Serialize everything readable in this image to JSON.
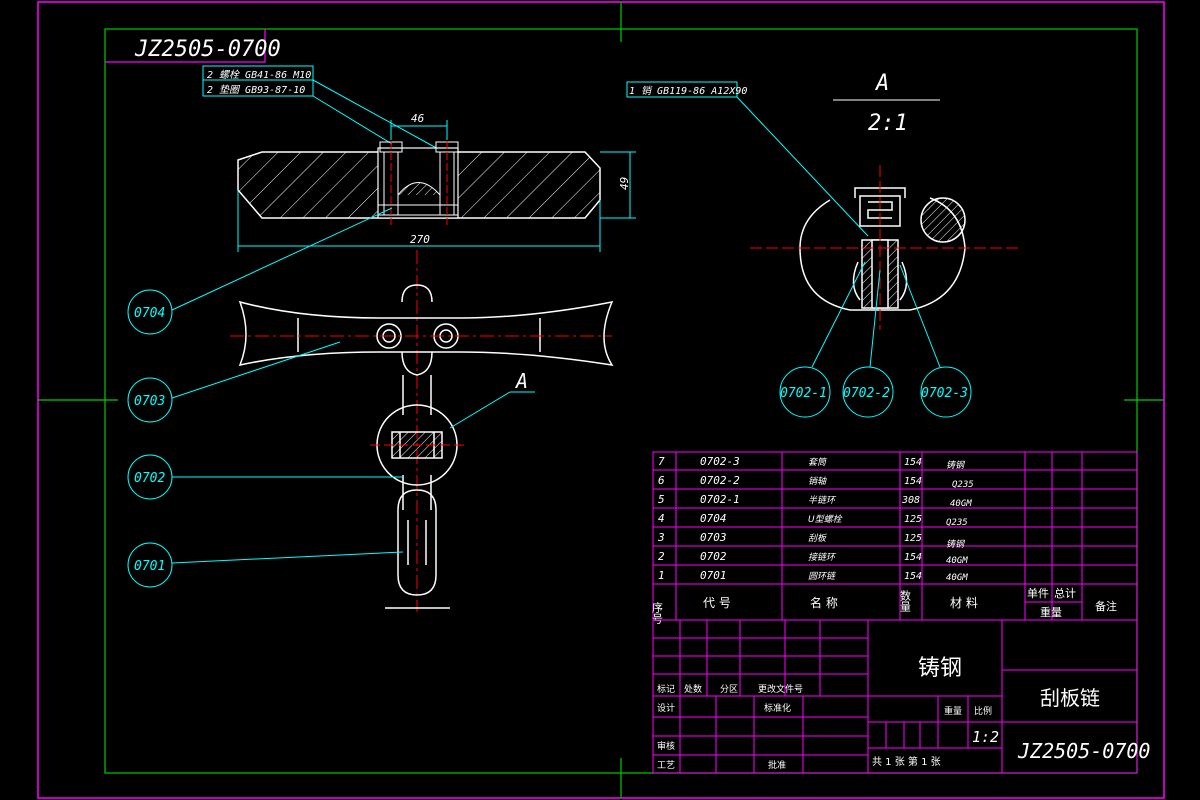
{
  "colors": {
    "background": "#000000",
    "frame": "#ff00ff",
    "border_ticks": "#00cc00",
    "geometry": "#ffffff",
    "leader": "#00ffff",
    "center_line": "#ff0000",
    "hatch": "#ffffff",
    "table_grid": "#ff00ff"
  },
  "drawing": {
    "code_box": "JZ2505-0700",
    "callouts_top_left": [
      "2 螺栓 GB41-86 M10",
      "2 垫圈 GB93-87-10"
    ],
    "callout_top_right": "1 销 GB119-86 A12X90",
    "dims": {
      "d46": "46",
      "d49": "49",
      "d270": "270"
    },
    "view_letter": "A",
    "view_detail_letter": "A",
    "view_scale": "2:1",
    "balloons": {
      "b0704": "0704",
      "b0703": "0703",
      "b0702": "0702",
      "b0701": "0701",
      "b0702_1": "0702-1",
      "b0702_2": "0702-2",
      "b0702_3": "0702-3"
    }
  },
  "bom": {
    "rows": [
      {
        "no": "7",
        "code": "0702-3",
        "name": "套筒",
        "qty": "154",
        "material": "铸钢"
      },
      {
        "no": "6",
        "code": "0702-2",
        "name": "销轴",
        "qty": "154",
        "material": "Q235"
      },
      {
        "no": "5",
        "code": "0702-1",
        "name": "半链环",
        "qty": "308",
        "material": "40GM"
      },
      {
        "no": "4",
        "code": "0704",
        "name": "U型螺栓",
        "qty": "125",
        "material": "Q235"
      },
      {
        "no": "3",
        "code": "0703",
        "name": "刮板",
        "qty": "125",
        "material": "铸钢"
      },
      {
        "no": "2",
        "code": "0702",
        "name": "接链环",
        "qty": "154",
        "material": "40GM"
      },
      {
        "no": "1",
        "code": "0701",
        "name": "圆环链",
        "qty": "154",
        "material": "40GM"
      }
    ],
    "header": {
      "no": "序号",
      "code": "代    号",
      "name": "名      称",
      "qty": "数量",
      "material": "材     料",
      "unit": "单件",
      "total": "总计",
      "weight": "重量",
      "remark": "备注"
    }
  },
  "title_block": {
    "material": "铸钢",
    "part_name": "刮板链",
    "drawing_no": "JZ2505-0700",
    "scale": "1:2",
    "labels": {
      "mark": "标记",
      "count": "处数",
      "zone": "分区",
      "change_doc": "更改文件号",
      "design": "设计",
      "standardize": "标准化",
      "review": "审核",
      "process": "工艺",
      "approve": "批准",
      "weight": "重量",
      "ratio": "比例",
      "sheets": "共  1  张   第  1  张"
    }
  }
}
